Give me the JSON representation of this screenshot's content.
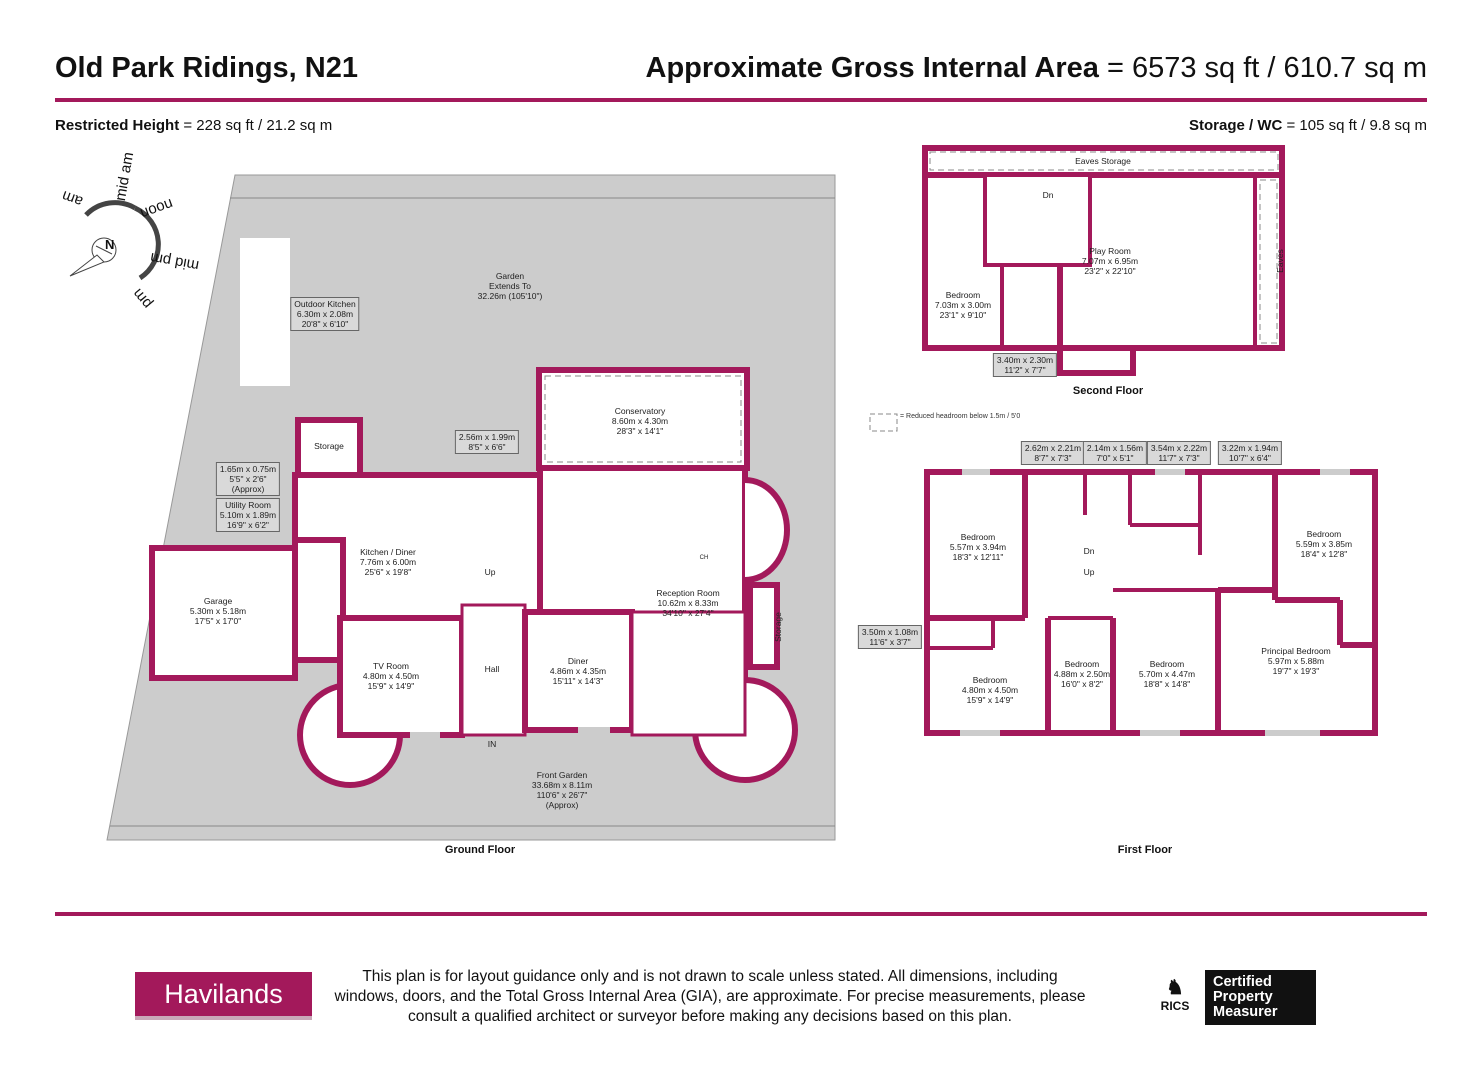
{
  "header": {
    "title": "Old Park Ridings, N21",
    "area_label": "Approximate Gross Internal Area",
    "area_value": "= 6573 sq ft / 610.7 sq m"
  },
  "subheader": {
    "restricted_label": "Restricted Height",
    "restricted_value": "= 228 sq ft / 21.2 sq m",
    "storage_label": "Storage / WC",
    "storage_value": "= 105 sq ft / 9.8 sq m"
  },
  "colors": {
    "wall": "#a3195b",
    "garden": "#cccccc",
    "logo": "#a3195b"
  },
  "compass": {
    "north": "N",
    "labels": [
      "am",
      "mid am",
      "noon",
      "mid pm",
      "pm"
    ]
  },
  "legend": {
    "text": "= Reduced headroom below 1.5m / 5'0"
  },
  "ground_floor": {
    "label": "Ground Floor",
    "rooms": [
      {
        "name": "Garden",
        "l1": "Extends To",
        "l2": "32.26m (105'10\")"
      },
      {
        "name": "Outdoor Kitchen",
        "l1": "6.30m x 2.08m",
        "l2": "20'8\" x 6'10\""
      },
      {
        "name": "Storage",
        "l1": "",
        "l2": ""
      },
      {
        "name": "1.65m x 0.75m",
        "l1": "5'5\" x 2'6\"",
        "l2": "(Approx)"
      },
      {
        "name": "Utility Room",
        "l1": "5.10m x 1.89m",
        "l2": "16'9\" x 6'2\""
      },
      {
        "name": "Garage",
        "l1": "5.30m x 5.18m",
        "l2": "17'5\" x 17'0\""
      },
      {
        "name": "Kitchen / Diner",
        "l1": "7.76m x 6.00m",
        "l2": "25'6\" x 19'8\""
      },
      {
        "name": "2.56m x 1.99m",
        "l1": "8'5\" x 6'6\"",
        "l2": ""
      },
      {
        "name": "Conservatory",
        "l1": "8.60m x 4.30m",
        "l2": "28'3\" x 14'1\""
      },
      {
        "name": "Reception Room",
        "l1": "10.62m x 8.33m",
        "l2": "34'10\" x 27'4\""
      },
      {
        "name": "TV Room",
        "l1": "4.80m x 4.50m",
        "l2": "15'9\" x 14'9\""
      },
      {
        "name": "Hall",
        "l1": "",
        "l2": ""
      },
      {
        "name": "Diner",
        "l1": "4.86m x 4.35m",
        "l2": "15'11\" x 14'3\""
      },
      {
        "name": "Storage",
        "l1": "",
        "l2": ""
      },
      {
        "name": "Front Garden",
        "l1": "33.68m x 8.11m",
        "l2": "110'6\" x 26'7\"",
        "l3": "(Approx)"
      }
    ],
    "marks": {
      "up": "Up",
      "in": "IN",
      "ch": "CH"
    }
  },
  "second_floor": {
    "label": "Second Floor",
    "rooms": [
      {
        "name": "Eaves Storage",
        "l1": "",
        "l2": ""
      },
      {
        "name": "Play Room",
        "l1": "7.07m x 6.95m",
        "l2": "23'2\" x 22'10\""
      },
      {
        "name": "Bedroom",
        "l1": "7.03m x 3.00m",
        "l2": "23'1\" x 9'10\""
      },
      {
        "name": "3.40m x 2.30m",
        "l1": "11'2\" x 7'7\"",
        "l2": ""
      },
      {
        "name": "Eaves",
        "l1": "",
        "l2": ""
      }
    ],
    "marks": {
      "dn": "Dn"
    }
  },
  "first_floor": {
    "label": "First Floor",
    "rooms": [
      {
        "name": "2.62m x 2.21m",
        "l1": "8'7\" x 7'3\"",
        "l2": ""
      },
      {
        "name": "2.14m x 1.56m",
        "l1": "7'0\" x 5'1\"",
        "l2": ""
      },
      {
        "name": "3.54m x 2.22m",
        "l1": "11'7\" x 7'3\"",
        "l2": ""
      },
      {
        "name": "3.22m x 1.94m",
        "l1": "10'7\" x 6'4\"",
        "l2": ""
      },
      {
        "name": "Bedroom",
        "l1": "5.57m x 3.94m",
        "l2": "18'3\" x 12'11\""
      },
      {
        "name": "Bedroom",
        "l1": "5.59m x 3.85m",
        "l2": "18'4\" x 12'8\""
      },
      {
        "name": "3.50m x 1.08m",
        "l1": "11'6\" x 3'7\"",
        "l2": ""
      },
      {
        "name": "Bedroom",
        "l1": "4.80m x 4.50m",
        "l2": "15'9\" x 14'9\""
      },
      {
        "name": "Bedroom",
        "l1": "4.88m x 2.50m",
        "l2": "16'0\" x 8'2\""
      },
      {
        "name": "Bedroom",
        "l1": "5.70m x 4.47m",
        "l2": "18'8\" x 14'8\""
      },
      {
        "name": "Principal Bedroom",
        "l1": "5.97m x 5.88m",
        "l2": "19'7\" x 19'3\""
      }
    ],
    "marks": {
      "dn": "Dn",
      "up": "Up"
    }
  },
  "footer": {
    "brand": "Havilands",
    "disclaimer": "This plan is for layout guidance only and is not drawn to scale unless stated. All dimensions, including windows, doors, and the Total Gross Internal Area (GIA), are approximate. For precise measurements, please consult a qualified architect or surveyor before making any decisions based on this plan.",
    "rics": "RICS",
    "certified": "Certified Property Measurer"
  }
}
